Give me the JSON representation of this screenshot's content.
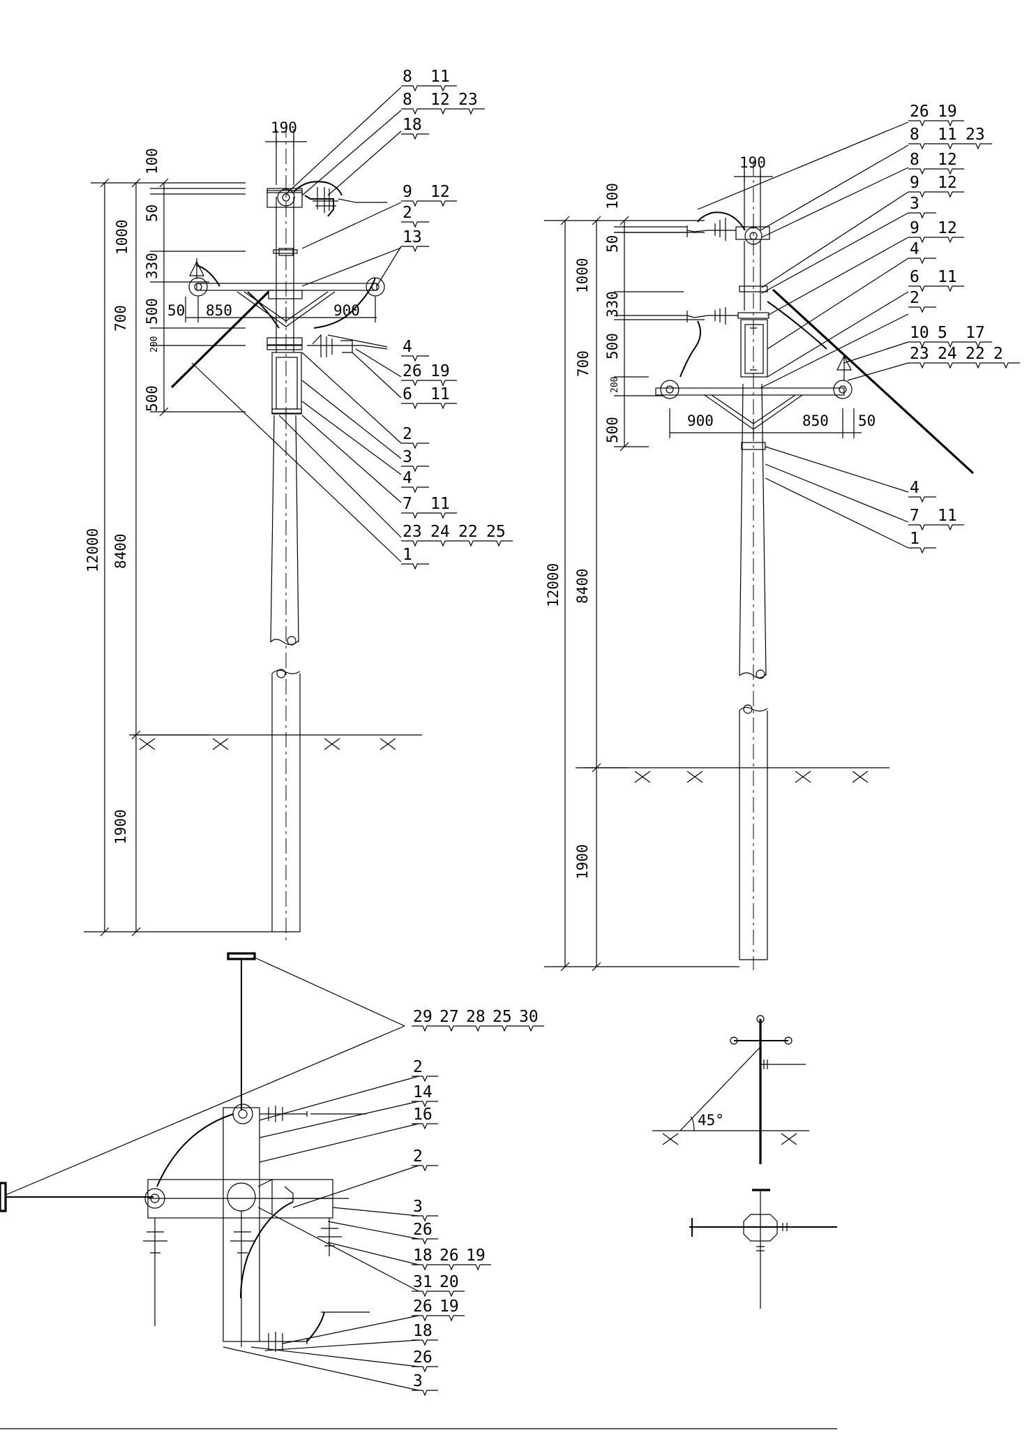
{
  "drawing": {
    "left_view": {
      "callouts": [
        [
          "8",
          "11"
        ],
        [
          "8",
          "12",
          "23"
        ],
        [
          "18"
        ],
        [
          "9",
          "12"
        ],
        [
          "2"
        ],
        [
          "13"
        ],
        [
          "4"
        ],
        [
          "26",
          "19"
        ],
        [
          "6",
          "11"
        ],
        [
          "2"
        ],
        [
          "3"
        ],
        [
          "4"
        ],
        [
          "7",
          "11"
        ],
        [
          "23",
          "24",
          "22",
          "25"
        ],
        [
          "1"
        ]
      ],
      "dimensions": {
        "top_width": "190",
        "vertical_left": [
          "100",
          "50",
          "1000",
          "330",
          "500",
          "700",
          "200",
          "500",
          "12000",
          "8400",
          "1900"
        ],
        "crossarm_left_overhang": "50",
        "crossarm_left": "850",
        "crossarm_right": "900"
      }
    },
    "right_view": {
      "callouts": [
        [
          "26",
          "19"
        ],
        [
          "8",
          "11",
          "23"
        ],
        [
          "8",
          "12"
        ],
        [
          "9",
          "12"
        ],
        [
          "3"
        ],
        [
          "9",
          "12"
        ],
        [
          "4"
        ],
        [
          "6",
          "11"
        ],
        [
          "2"
        ],
        [
          "10",
          "5",
          "17"
        ],
        [
          "23",
          "24",
          "22",
          "2"
        ],
        [
          "4"
        ],
        [
          "7",
          "11"
        ],
        [
          "1"
        ]
      ],
      "dimensions": {
        "top_width": "190",
        "vertical_left": [
          "100",
          "50",
          "1000",
          "330",
          "500",
          "700",
          "200",
          "500",
          "12000",
          "8400",
          "1900"
        ],
        "crossarm_left": "900",
        "crossarm_right": "850",
        "crossarm_right_overhang": "50"
      }
    },
    "plan_view": {
      "callouts": [
        [
          "29",
          "27",
          "28",
          "25",
          "30"
        ],
        [
          "2"
        ],
        [
          "14"
        ],
        [
          "16"
        ],
        [
          "2"
        ],
        [
          "3"
        ],
        [
          "26"
        ],
        [
          "18",
          "26",
          "19"
        ],
        [
          "31",
          "20"
        ],
        [
          "26",
          "19"
        ],
        [
          "18"
        ],
        [
          "26"
        ],
        [
          "3"
        ]
      ]
    },
    "guy_diagram": {
      "angle_label": "45°"
    }
  }
}
